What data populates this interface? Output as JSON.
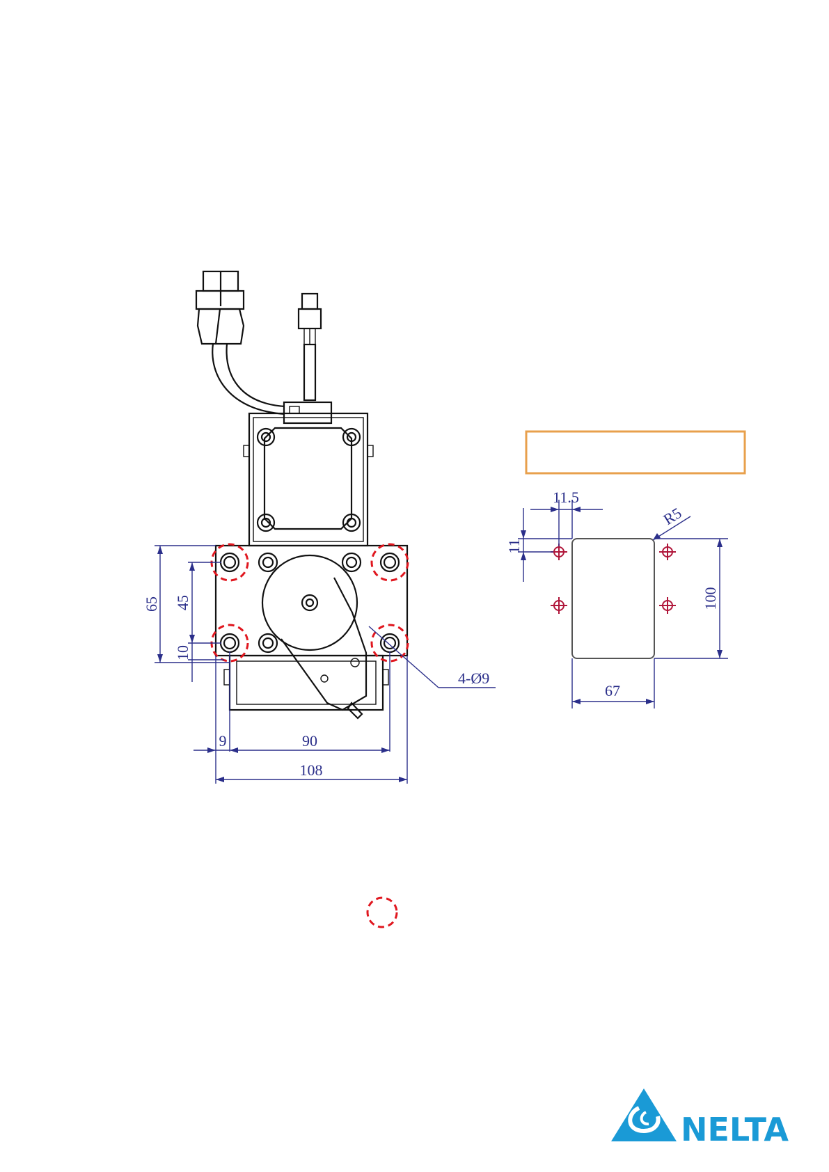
{
  "front_view": {
    "dim_height_total": "65",
    "dim_hole_vertical": "45",
    "dim_bottom_offset": "10",
    "dim_left_offset": "9",
    "dim_hole_horizontal": "90",
    "dim_width_total": "108",
    "hole_callout": "4-Ø9"
  },
  "cutout": {
    "label_box_text": "",
    "dim_hole_x": "11.5",
    "dim_hole_y": "11",
    "dim_radius": "R5",
    "dim_height": "100",
    "dim_width": "67"
  },
  "legend": {
    "marker_text": ""
  },
  "brand": {
    "name": "NELTA"
  },
  "colors": {
    "dimension": "#2b2f8a",
    "highlight": "#e0171f",
    "label_box": "#e8a04c",
    "logo": "#1a9ad6"
  }
}
